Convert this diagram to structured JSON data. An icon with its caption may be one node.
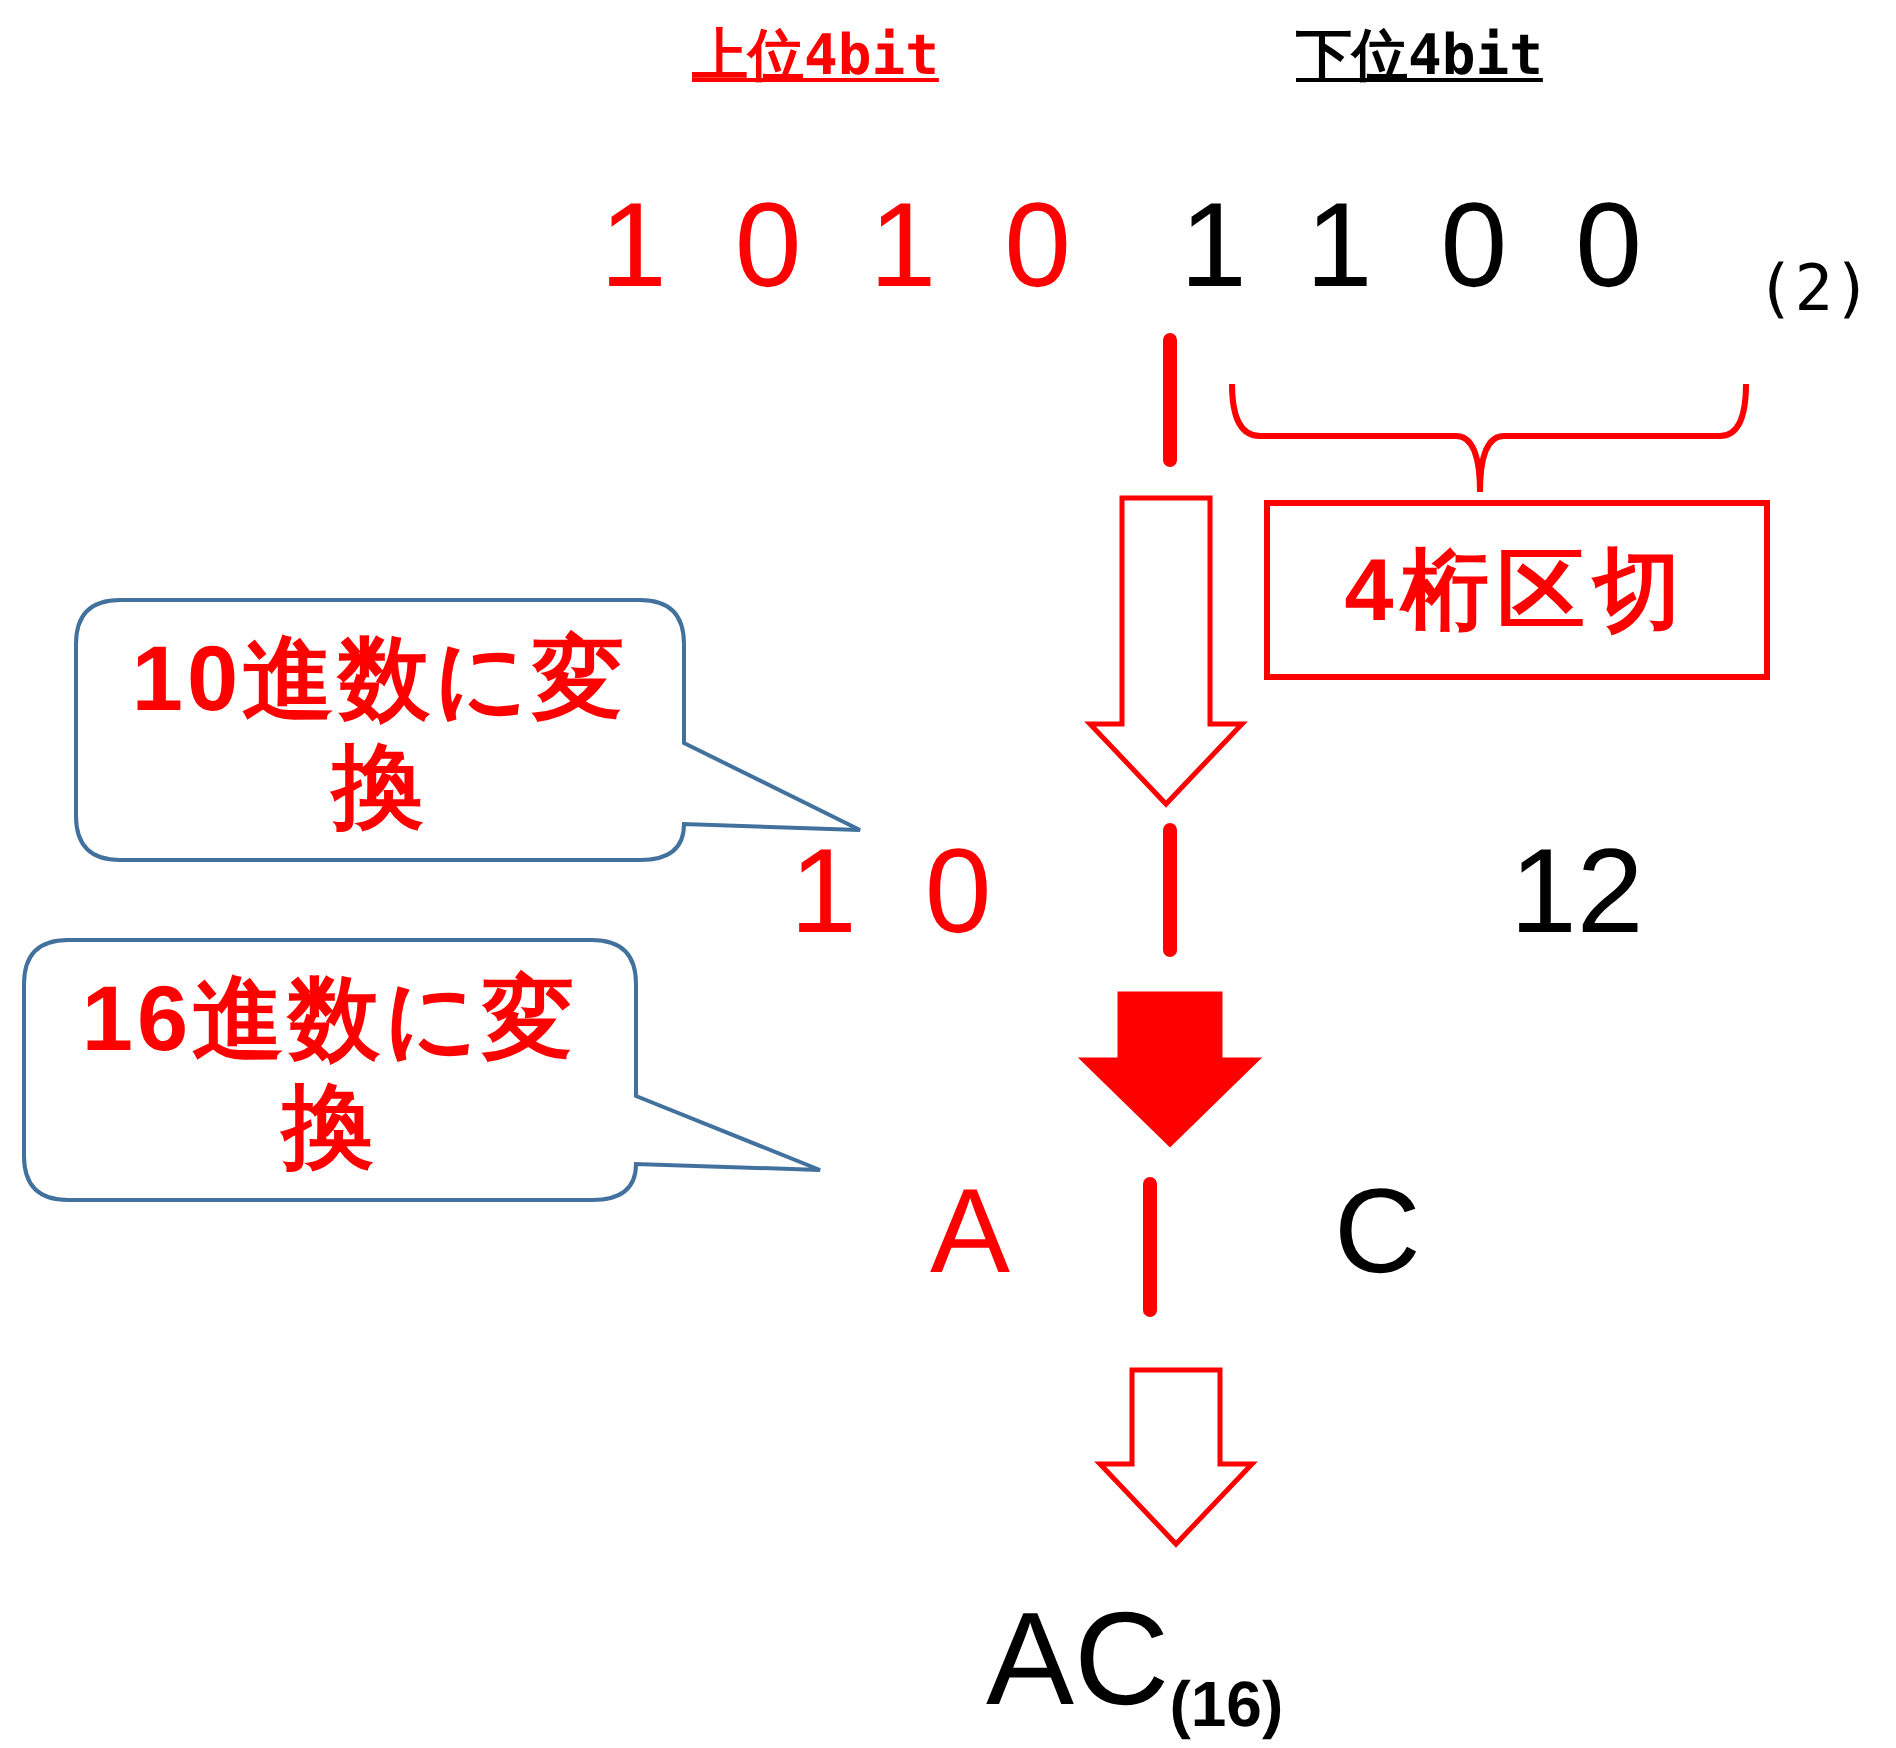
{
  "diagram": {
    "nodes": [
      {
        "text": [
          "1010",
          "1100"
        ],
        "beside": [
          "(2)"
        ]
      },
      {
        "text": [
          "10",
          "12"
        ]
      },
      {
        "text": [
          "A",
          "C"
        ]
      },
      {
        "text": [
          "AC$_{(16)}$"
        ]
      },
      {
        "text": [
          "4桁区切"
        ]
      },
      {
        "text": [
          "10進数に変換"
        ]
      },
      {
        "text": [
          "16進数に変換"
        ]
      }
    ],
    "edges": [
      {
        "from": 0,
        "to": 1,
        "arrow": "to"
      },
      {
        "from": 1,
        "to": 2,
        "arrow": "to",
        "style": "thick"
      },
      {
        "from": 2,
        "to": 3,
        "arrow": "to"
      }
    ],
    "labels": [
      "上位4bit",
      "下位4bit"
    ]
  }
}
